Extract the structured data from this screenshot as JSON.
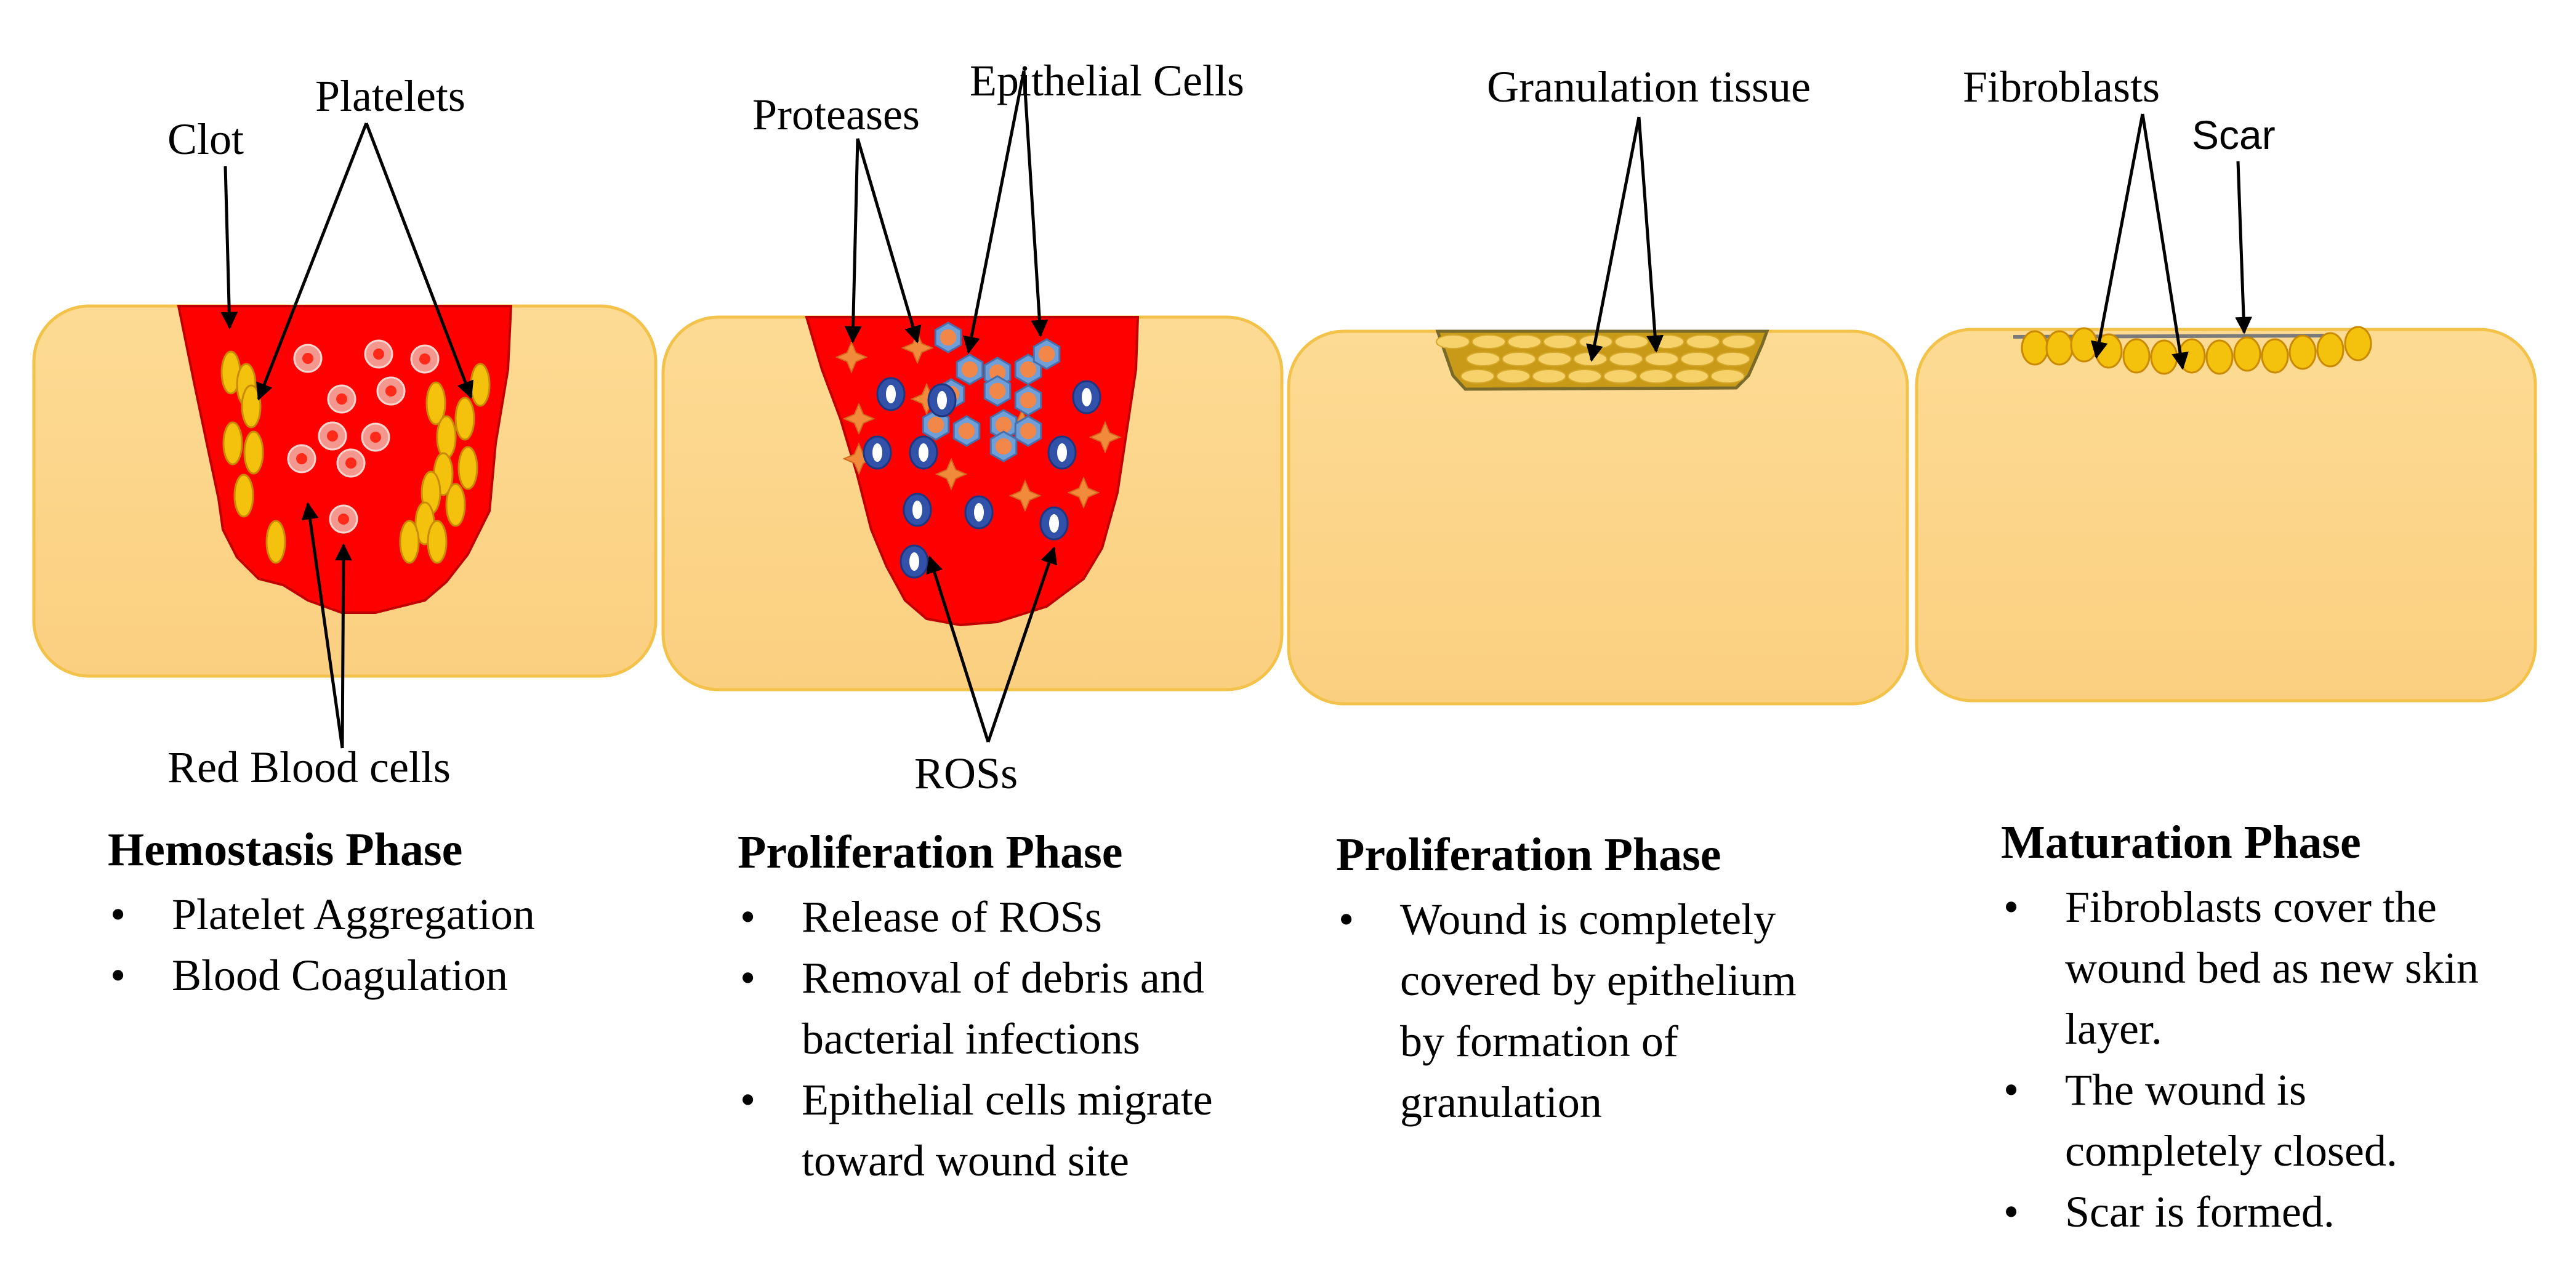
{
  "labels": {
    "clot": "Clot",
    "platelets": "Platelets",
    "red_blood_cells": "Red Blood cells",
    "proteases": "Proteases",
    "epithelial_cells": "Epithelial Cells",
    "ross": "ROSs",
    "granulation_tissue": "Granulation tissue",
    "fibroblasts": "Fibroblasts",
    "scar": "Scar"
  },
  "phases": [
    {
      "title": "Hemostasis Phase",
      "bullets": [
        "Platelet Aggregation",
        "Blood Coagulation"
      ]
    },
    {
      "title": "Proliferation Phase",
      "bullets": [
        "Release of ROSs",
        "Removal of debris and bacterial infections",
        "Epithelial cells migrate toward wound site"
      ]
    },
    {
      "title": "Proliferation Phase",
      "bullets": [
        "Wound is completely covered by epithelium by formation of granulation"
      ]
    },
    {
      "title": "Maturation Phase",
      "bullets": [
        "Fibroblasts cover the wound bed as new skin layer.",
        "The wound is completely closed.",
        "Scar is formed."
      ]
    }
  ],
  "colors": {
    "skin": "#fcd78f",
    "skin_border": "#f3c24a",
    "blood": "#ff0000",
    "platelet": "#f4c20d",
    "rbc": "#f4978e",
    "protease": "#f28a3c",
    "epithelial_cell": "#6f9fd8",
    "ros": "#3152a8",
    "granulation": "#c99a17",
    "fibroblast": "#f4c20d"
  }
}
